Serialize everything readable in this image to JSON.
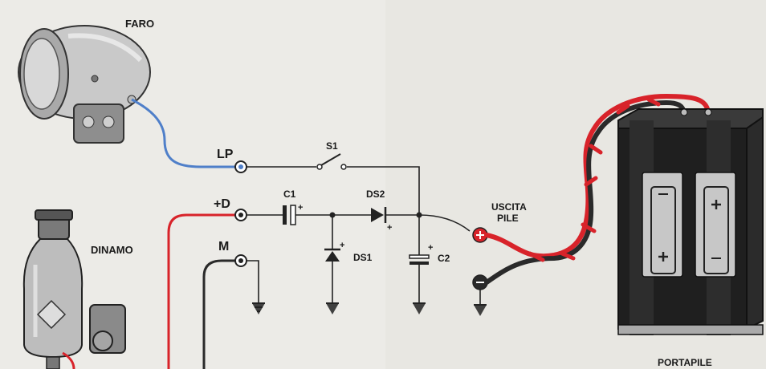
{
  "labels": {
    "faro": "FARO",
    "dinamo": "DINAMO",
    "portapile": "PORTAPILE",
    "lp": "LP",
    "plus_d": "+D",
    "m": "M",
    "s1": "S1",
    "c1": "C1",
    "ds2": "DS2",
    "ds1": "DS1",
    "c2": "C2",
    "uscita": "USCITA",
    "pile": "PILE"
  },
  "plus_signs": {
    "c1": "+",
    "ds2": "+",
    "ds1": "+",
    "c2": "+"
  },
  "colors": {
    "background": "#ecebe7",
    "wire_blue": "#4f7fc9",
    "wire_red": "#d8232a",
    "wire_black": "#2a2a2a",
    "metal": "#b8b8b8"
  }
}
